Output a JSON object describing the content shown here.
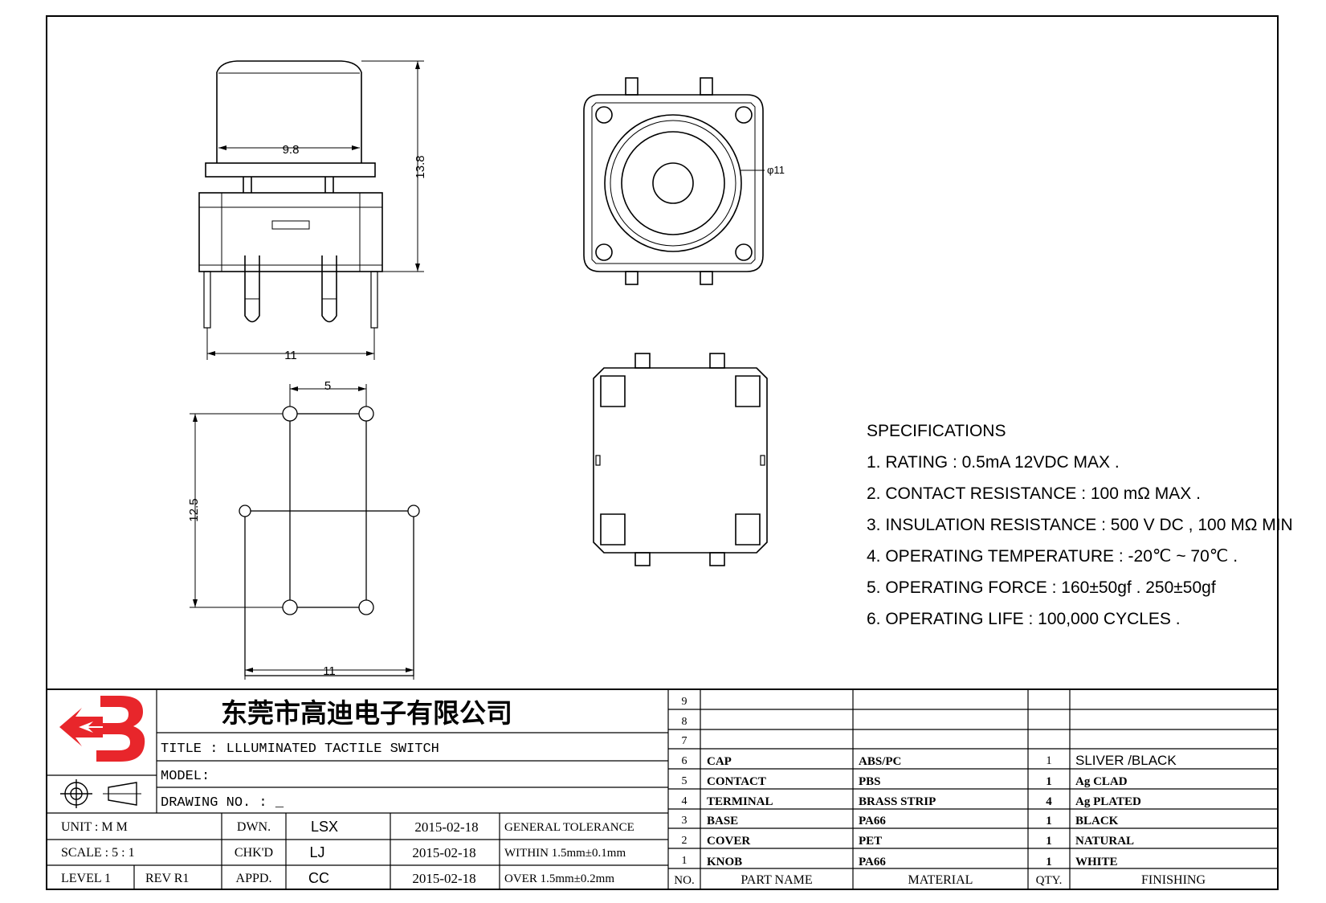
{
  "dimensions": {
    "side_cap_width": "9.8",
    "side_height": "13.8",
    "side_body_width": "11",
    "top_diameter": "φ11",
    "pcb_pitch_x": "5",
    "pcb_pitch_y": "12.5",
    "pcb_width": "11"
  },
  "specifications": {
    "heading": "SPECIFICATIONS",
    "items": [
      "1. RATING : 0.5mA 12VDC MAX .",
      "2. CONTACT RESISTANCE : 100 mΩ MAX .",
      "3. INSULATION RESISTANCE : 500 V DC , 100 MΩ MIN",
      "4. OPERATING TEMPERATURE : -20℃ ~ 70℃ .",
      "5. OPERATING FORCE : 160±50gf . 250±50gf",
      "6. OPERATING LIFE : 100,000 CYCLES ."
    ]
  },
  "title_block": {
    "company": "东莞市高迪电子有限公司",
    "title": "TITLE :  LLLUMINATED TACTILE SWITCH",
    "model": "MODEL:",
    "drawing_no": "DRAWING NO.  : _",
    "unit": "UNIT   :   M M",
    "scale": "SCALE  :  5 : 1",
    "level": "LEVEL 1",
    "rev": "REV  R1",
    "dwn_label": "DWN.",
    "chk_label": "CHK'D",
    "appd_label": "APPD.",
    "dwn_name": "LSX",
    "chk_name": "LJ",
    "appd_name": "CC",
    "dwn_date": "2015-02-18",
    "chk_date": "2015-02-18",
    "appd_date": "2015-02-18",
    "tolerance_heading": "GENERAL TOLERANCE",
    "tolerance_within": "WITHIN 1.5mm±0.1mm",
    "tolerance_over": "OVER   1.5mm±0.2mm"
  },
  "bom": {
    "headers": [
      "NO.",
      "PART  NAME",
      "MATERIAL",
      "QTY.",
      "FINISHING"
    ],
    "rows": [
      {
        "no": "9",
        "name": "",
        "material": "",
        "qty": "",
        "finish": ""
      },
      {
        "no": "8",
        "name": "",
        "material": "",
        "qty": "",
        "finish": ""
      },
      {
        "no": "7",
        "name": "",
        "material": "",
        "qty": "",
        "finish": ""
      },
      {
        "no": "6",
        "name": "CAP",
        "material": "ABS/PC",
        "qty": "1",
        "finish": "SLIVER /BLACK"
      },
      {
        "no": "5",
        "name": "CONTACT",
        "material": "PBS",
        "qty": "1",
        "finish": "Ag CLAD"
      },
      {
        "no": "4",
        "name": "TERMINAL",
        "material": "BRASS STRIP",
        "qty": "4",
        "finish": "Ag PLATED"
      },
      {
        "no": "3",
        "name": "BASE",
        "material": "PA66",
        "qty": "1",
        "finish": "BLACK"
      },
      {
        "no": "2",
        "name": "COVER",
        "material": "PET",
        "qty": "1",
        "finish": "NATURAL"
      },
      {
        "no": "1",
        "name": "KNOB",
        "material": "PA66",
        "qty": "1",
        "finish": "WHITE"
      }
    ]
  },
  "colors": {
    "logo_red": "#e8262b",
    "line": "#000000"
  }
}
